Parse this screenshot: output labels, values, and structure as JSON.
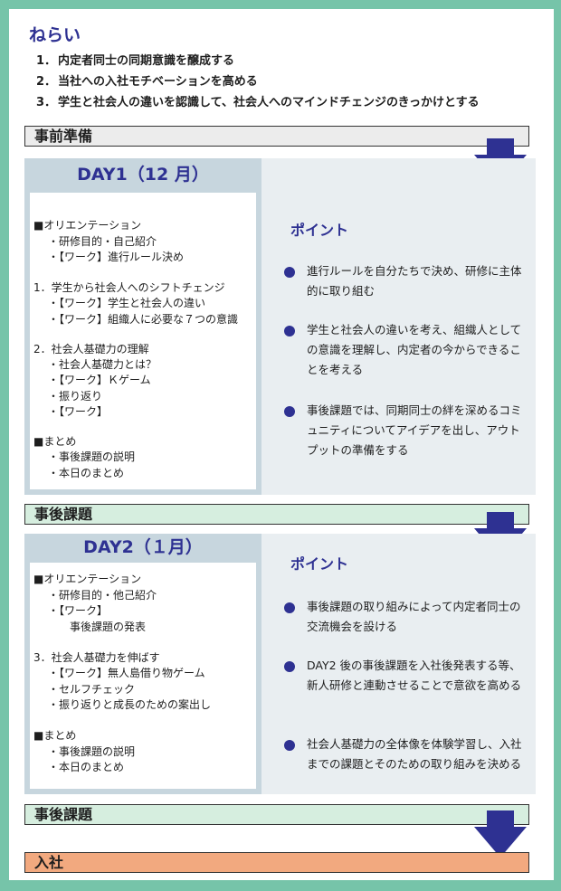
{
  "aims": {
    "title": "ねらい",
    "items": [
      {
        "num": "1．",
        "text": "内定者同士の同期意識を醸成する"
      },
      {
        "num": "2．",
        "text": "当社への入社モチベーションを高める"
      },
      {
        "num": "3．",
        "text": "学生と社会人の違いを認識して、社会人へのマインドチェンジのきっかけとする"
      }
    ]
  },
  "phases": {
    "prep": "事前準備",
    "task1": "事後課題",
    "task2": "事後課題",
    "join": "入社"
  },
  "day1": {
    "title": "DAY1（12 月）",
    "lines": [
      "■オリエンテーション",
      "・研修目的・自己紹介",
      "・【ワーク】進行ルール決め",
      "1．学生から社会人へのシフトチェンジ",
      "・【ワーク】学生と社会人の違い",
      "・【ワーク】組織人に必要な７つの意識",
      "2．社会人基礎力の理解",
      "・社会人基礎力とは？",
      "・【ワーク】Ｋゲーム",
      "・振り返り",
      "・【ワーク】",
      "■まとめ",
      "・事後課題の説明",
      "・本日のまとめ"
    ],
    "point_title": "ポイント",
    "points": [
      "進行ルールを自分たちで決め、研修に主体的に取り組む",
      "学生と社会人の違いを考え、組織人としての意識を理解し、内定者の今からできることを考える",
      "事後課題では、同期同士の絆を深めるコミュニティについてアイデアを出し、アウトプットの準備をする"
    ]
  },
  "day2": {
    "title": "DAY2（１月）",
    "lines": [
      "■オリエンテーション",
      "・研修目的・他己紹介",
      "・【ワーク】",
      "事後課題の発表",
      "3．社会人基礎力を伸ばす",
      "・【ワーク】無人島借り物ゲーム",
      "・セルフチェック",
      "・振り返りと成長のための案出し",
      "■まとめ",
      "・事後課題の説明",
      "・本日のまとめ"
    ],
    "point_title": "ポイント",
    "points": [
      "事後課題の取り組みによって内定者同士の交流機会を設ける",
      "DAY2 後の事後課題を入社後発表する等、新人研修と連動させることで意欲を高める",
      "社会人基礎力の全体像を体験学習し、入社までの課題とそのための取り組みを決める"
    ]
  },
  "colors": {
    "accent": "#2e3192",
    "border": "#76c4a9",
    "task_band": "#d6eedf",
    "join_band": "#f2a97f",
    "day_panel": "#c7d6de",
    "point_panel": "#e9eef1"
  },
  "icons": {
    "arrow": "down-arrow-icon",
    "bullet": "circle-bullet-icon"
  }
}
